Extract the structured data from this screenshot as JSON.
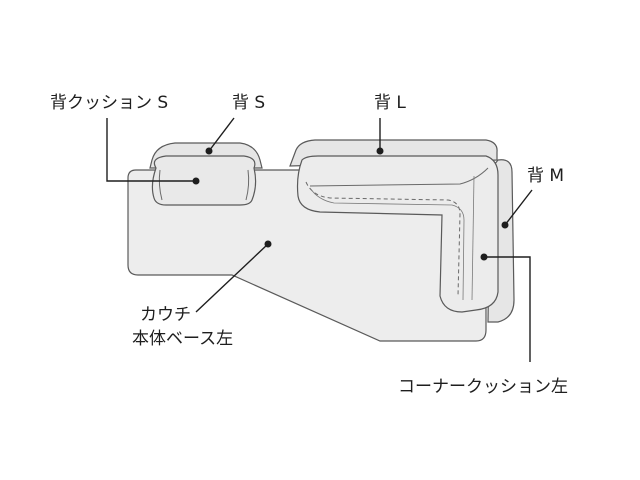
{
  "labels": {
    "back_cushion_s": "背クッション S",
    "back_s": "背 S",
    "back_l": "背 L",
    "back_m": "背 M",
    "couch_line1": "カウチ",
    "couch_line2": "本体ベース左",
    "corner_cushion_left": "コーナークッション左"
  },
  "colors": {
    "fill": "#ededed",
    "stroke": "#5a5a5a",
    "leader": "#1e1e1e"
  }
}
